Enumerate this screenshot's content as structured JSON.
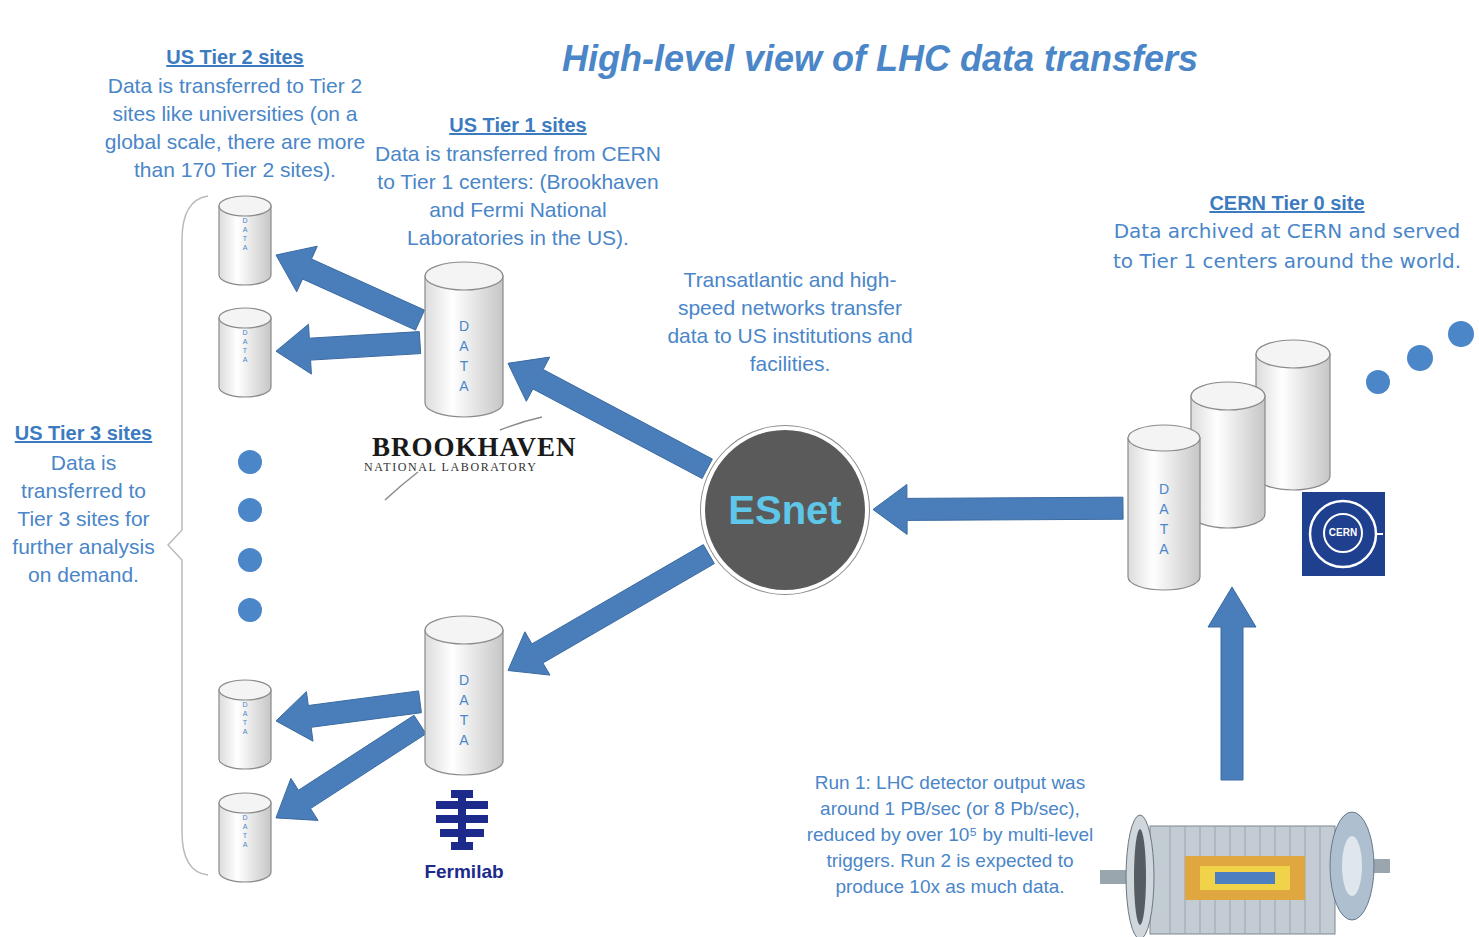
{
  "diagram": {
    "title": "High-level view of LHC data transfers",
    "nodes": [
      {
        "text": [
          "DATA"
        ]
      },
      {
        "text": [
          "DATA"
        ]
      },
      {
        "text": [
          "DATA"
        ]
      },
      {
        "text": [
          "ESnet"
        ]
      },
      {
        "text": [
          "DATA"
        ]
      },
      {
        "text": [
          "DATA"
        ]
      },
      {
        "text": [
          "DATA"
        ]
      },
      {
        "text": [
          "DATA"
        ]
      }
    ],
    "edges": [
      {
        "from": 2,
        "to": 0,
        "arrow": "to"
      },
      {
        "from": 2,
        "to": 1,
        "arrow": "to"
      },
      {
        "from": 3,
        "to": 2,
        "arrow": "to"
      },
      {
        "from": 4,
        "to": 3,
        "arrow": "to"
      },
      {
        "from": 3,
        "to": 5,
        "arrow": "to"
      },
      {
        "from": 5,
        "to": 6,
        "arrow": "to"
      },
      {
        "from": 5,
        "to": 7,
        "arrow": "to"
      }
    ],
    "labels": [
      "US Tier 2 sites",
      "Data is transferred to Tier 2 sites like universities (on a global scale, there are more than 170 Tier 2 sites).",
      "US Tier 1 sites",
      "Data is transferred from CERN to Tier 1 centers: (Brookhaven and Fermi National Laboratories in the US).",
      "Transatlantic and high-speed networks transfer data to US institutions and facilities.",
      "CERN Tier 0 site",
      "Data archived at CERN and served to Tier 1 centers around the world.",
      "US Tier 3 sites",
      "Data is transferred to Tier 3 sites for further analysis on demand.",
      "BROOKHAVEN",
      "NATIONAL LABORATORY",
      "Fermilab",
      "CERN",
      "Run 1: LHC detector output was around 1 PB/sec (or 8 Pb/sec), reduced by over 10⁵ by multi-level triggers. Run 2 is expected to produce 10x as much data."
    ]
  }
}
